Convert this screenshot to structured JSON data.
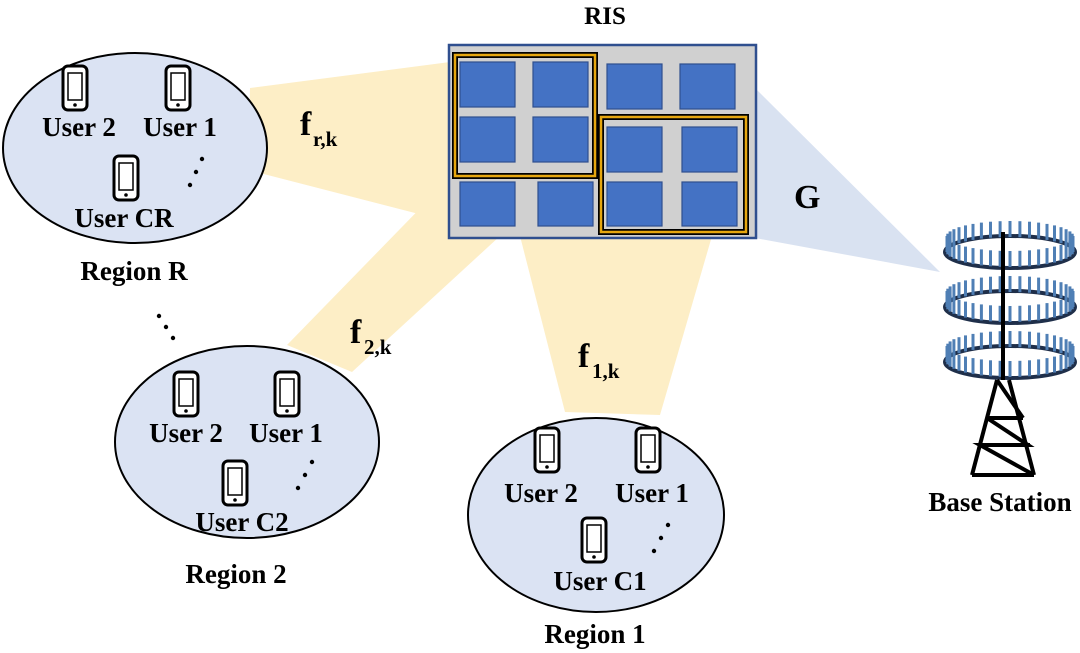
{
  "ris": {
    "title": "RIS"
  },
  "base_station": {
    "label": "Base Station"
  },
  "channels": {
    "g": "G",
    "f_r": {
      "base": "f",
      "sub": "r,k"
    },
    "f_2": {
      "base": "f",
      "sub": "2,k"
    },
    "f_1": {
      "base": "f",
      "sub": "1,k"
    }
  },
  "regions": {
    "r": {
      "label": "Region R",
      "user_a": "User 2",
      "user_b": "User 1",
      "user_c": "User CR"
    },
    "two": {
      "label": "Region 2",
      "user_a": "User 2",
      "user_b": "User 1",
      "user_c": "User C2"
    },
    "one": {
      "label": "Region 1",
      "user_a": "User 2",
      "user_b": "User 1",
      "user_c": "User C1"
    }
  },
  "colors": {
    "beam": "#fdeec6",
    "bs_beam": "#d9e2f1",
    "region_fill": "#dbe3f3",
    "ris_bg": "#d0d0d0",
    "ris_border": "#2f4f8f",
    "element": "#4472c4",
    "group_border": "#e6a70f"
  }
}
